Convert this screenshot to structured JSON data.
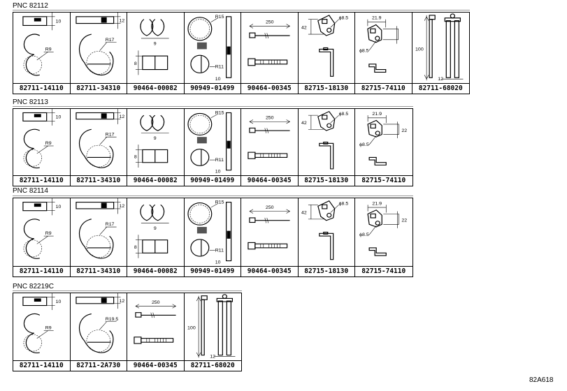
{
  "diagram_code": "82A618",
  "groups": [
    {
      "pnc": "PNC 82112",
      "cells": [
        {
          "part": "82711-14110",
          "type": "clamp9",
          "dims": [
            "10",
            "R9"
          ]
        },
        {
          "part": "82711-34310",
          "type": "clamp17",
          "dims": [
            "12",
            "R17"
          ]
        },
        {
          "part": "90464-00082",
          "type": "uclip",
          "dims": [
            "9",
            "8"
          ]
        },
        {
          "part": "90949-01499",
          "type": "double",
          "dims": [
            "R15",
            "R11",
            "10"
          ]
        },
        {
          "part": "90464-00345",
          "type": "tie",
          "dims": [
            "250"
          ]
        },
        {
          "part": "82715-18130",
          "type": "bracket",
          "dims": [
            "42",
            "ϕ8.5"
          ]
        },
        {
          "part": "82715-74110",
          "type": "bracket2",
          "dims": [
            "21.9",
            "ϕ8.5"
          ]
        },
        {
          "part": "82711-68020",
          "type": "post",
          "dims": [
            "100",
            "12"
          ]
        }
      ]
    },
    {
      "pnc": "PNC 82113",
      "cells": [
        {
          "part": "82711-14110",
          "type": "clamp9",
          "dims": [
            "10",
            "R9"
          ]
        },
        {
          "part": "82711-34310",
          "type": "clamp17",
          "dims": [
            "12",
            "R17"
          ]
        },
        {
          "part": "90464-00082",
          "type": "uclip",
          "dims": [
            "9",
            "8"
          ]
        },
        {
          "part": "90949-01499",
          "type": "double",
          "dims": [
            "R15",
            "R11",
            "10"
          ]
        },
        {
          "part": "90464-00345",
          "type": "tie",
          "dims": [
            "250"
          ]
        },
        {
          "part": "82715-18130",
          "type": "bracket",
          "dims": [
            "42",
            "ϕ8.5"
          ]
        },
        {
          "part": "82715-74110",
          "type": "bracket2",
          "dims": [
            "21.9",
            "ϕ8.5",
            "22"
          ]
        }
      ]
    },
    {
      "pnc": "PNC 82114",
      "cells": [
        {
          "part": "82711-14110",
          "type": "clamp9",
          "dims": [
            "10",
            "R9"
          ]
        },
        {
          "part": "82711-34310",
          "type": "clamp17",
          "dims": [
            "12",
            "R17"
          ]
        },
        {
          "part": "90464-00082",
          "type": "uclip",
          "dims": [
            "9",
            "8"
          ]
        },
        {
          "part": "90949-01499",
          "type": "double",
          "dims": [
            "R15",
            "R11",
            "10"
          ]
        },
        {
          "part": "90464-00345",
          "type": "tie",
          "dims": [
            "250"
          ]
        },
        {
          "part": "82715-18130",
          "type": "bracket",
          "dims": [
            "42",
            "ϕ8.5"
          ]
        },
        {
          "part": "82715-74110",
          "type": "bracket2",
          "dims": [
            "21.9",
            "ϕ8.5",
            "22"
          ]
        }
      ]
    },
    {
      "pnc": "PNC 82219C",
      "cells": [
        {
          "part": "82711-14110",
          "type": "clamp9",
          "dims": [
            "10",
            "R9"
          ]
        },
        {
          "part": "82711-2A730",
          "type": "clamp17",
          "dims": [
            "12",
            "R19.5"
          ]
        },
        {
          "part": "90464-00345",
          "type": "tie",
          "dims": [
            "250"
          ]
        },
        {
          "part": "82711-68020",
          "type": "post",
          "dims": [
            "100",
            "12"
          ]
        }
      ]
    }
  ]
}
